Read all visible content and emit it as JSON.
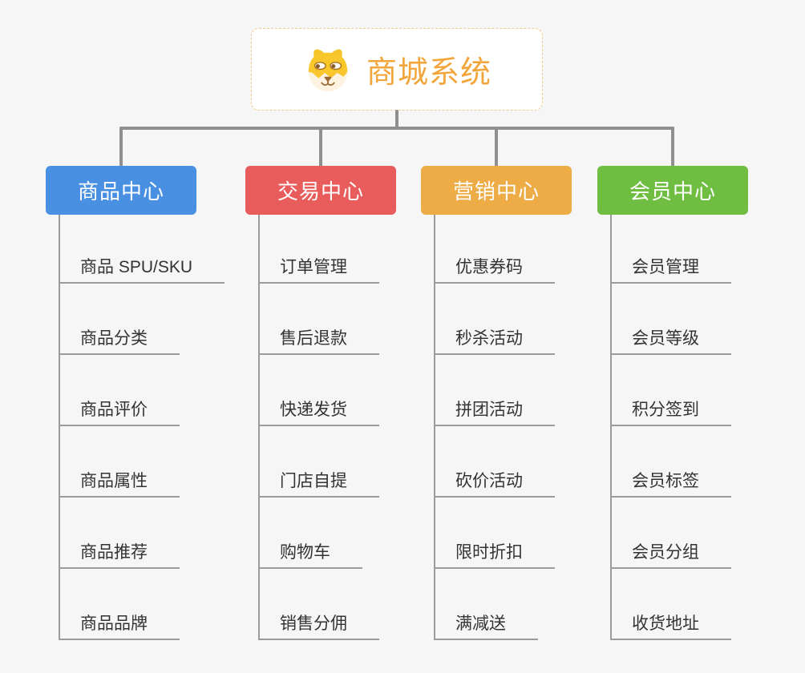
{
  "root": {
    "title": "商城系统",
    "icon": "dog-face-icon",
    "accent_color": "#f2a53a",
    "border_color": "#f3c98a"
  },
  "colors": {
    "background": "#f6f6f6",
    "connector": "#8f8f8f",
    "leaf_line": "#9b9b9b",
    "leaf_text": "#333333"
  },
  "branches": [
    {
      "label": "商品中心",
      "color": "#4a90e2",
      "children": [
        "商品 SPU/SKU",
        "商品分类",
        "商品评价",
        "商品属性",
        "商品推荐",
        "商品品牌"
      ]
    },
    {
      "label": "交易中心",
      "color": "#e85c5c",
      "children": [
        "订单管理",
        "售后退款",
        "快递发货",
        "门店自提",
        "购物车",
        "销售分佣"
      ]
    },
    {
      "label": "营销中心",
      "color": "#edac45",
      "children": [
        "优惠券码",
        "秒杀活动",
        "拼团活动",
        "砍价活动",
        "限时折扣",
        "满减送"
      ]
    },
    {
      "label": "会员中心",
      "color": "#6fbe42",
      "children": [
        "会员管理",
        "会员等级",
        "积分签到",
        "会员标签",
        "会员分组",
        "收货地址"
      ]
    }
  ]
}
